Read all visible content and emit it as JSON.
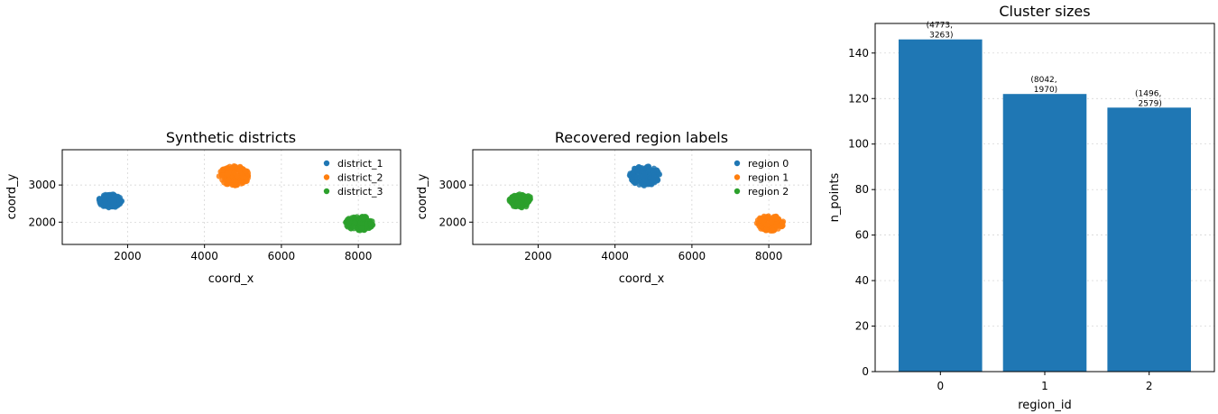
{
  "chart_data": [
    {
      "type": "scatter",
      "title": "Synthetic districts",
      "xlabel": "coord_x",
      "ylabel": "coord_y",
      "xlim": [
        300,
        9100
      ],
      "ylim": [
        1400,
        3950
      ],
      "xticks": [
        2000,
        4000,
        6000,
        8000
      ],
      "yticks": [
        2000,
        3000
      ],
      "grid": true,
      "legend_position": "top-right",
      "series": [
        {
          "name": "district_1",
          "color": "#1f77b4",
          "center": [
            1550,
            2570
          ],
          "spread": [
            600,
            330
          ],
          "n": 146
        },
        {
          "name": "district_2",
          "color": "#ff7f0e",
          "center": [
            4770,
            3250
          ],
          "spread": [
            780,
            480
          ],
          "n": 146
        },
        {
          "name": "district_3",
          "color": "#2ca02c",
          "center": [
            8030,
            1970
          ],
          "spread": [
            720,
            370
          ],
          "n": 116
        }
      ]
    },
    {
      "type": "scatter",
      "title": "Recovered region labels",
      "xlabel": "coord_x",
      "ylabel": "coord_y",
      "xlim": [
        300,
        9100
      ],
      "ylim": [
        1400,
        3950
      ],
      "xticks": [
        2000,
        4000,
        6000,
        8000
      ],
      "yticks": [
        2000,
        3000
      ],
      "grid": true,
      "legend_position": "top-right",
      "series": [
        {
          "name": "region 0",
          "color": "#1f77b4",
          "center": [
            4770,
            3250
          ],
          "spread": [
            780,
            480
          ],
          "n": 146
        },
        {
          "name": "region 1",
          "color": "#ff7f0e",
          "center": [
            8030,
            1970
          ],
          "spread": [
            720,
            370
          ],
          "n": 122
        },
        {
          "name": "region 2",
          "color": "#2ca02c",
          "center": [
            1550,
            2570
          ],
          "spread": [
            600,
            330
          ],
          "n": 116
        }
      ]
    },
    {
      "type": "bar",
      "title": "Cluster sizes",
      "xlabel": "region_id",
      "ylabel": "n_points",
      "categories": [
        "0",
        "1",
        "2"
      ],
      "values": [
        146,
        122,
        116
      ],
      "ylim": [
        0,
        153
      ],
      "yticks": [
        0,
        20,
        40,
        60,
        80,
        100,
        120,
        140
      ],
      "grid": true,
      "color": "#1f77b4",
      "annotations": [
        [
          "(4773,",
          "3263)"
        ],
        [
          "(8042,",
          "1970)"
        ],
        [
          "(1496,",
          "2579)"
        ]
      ]
    }
  ]
}
